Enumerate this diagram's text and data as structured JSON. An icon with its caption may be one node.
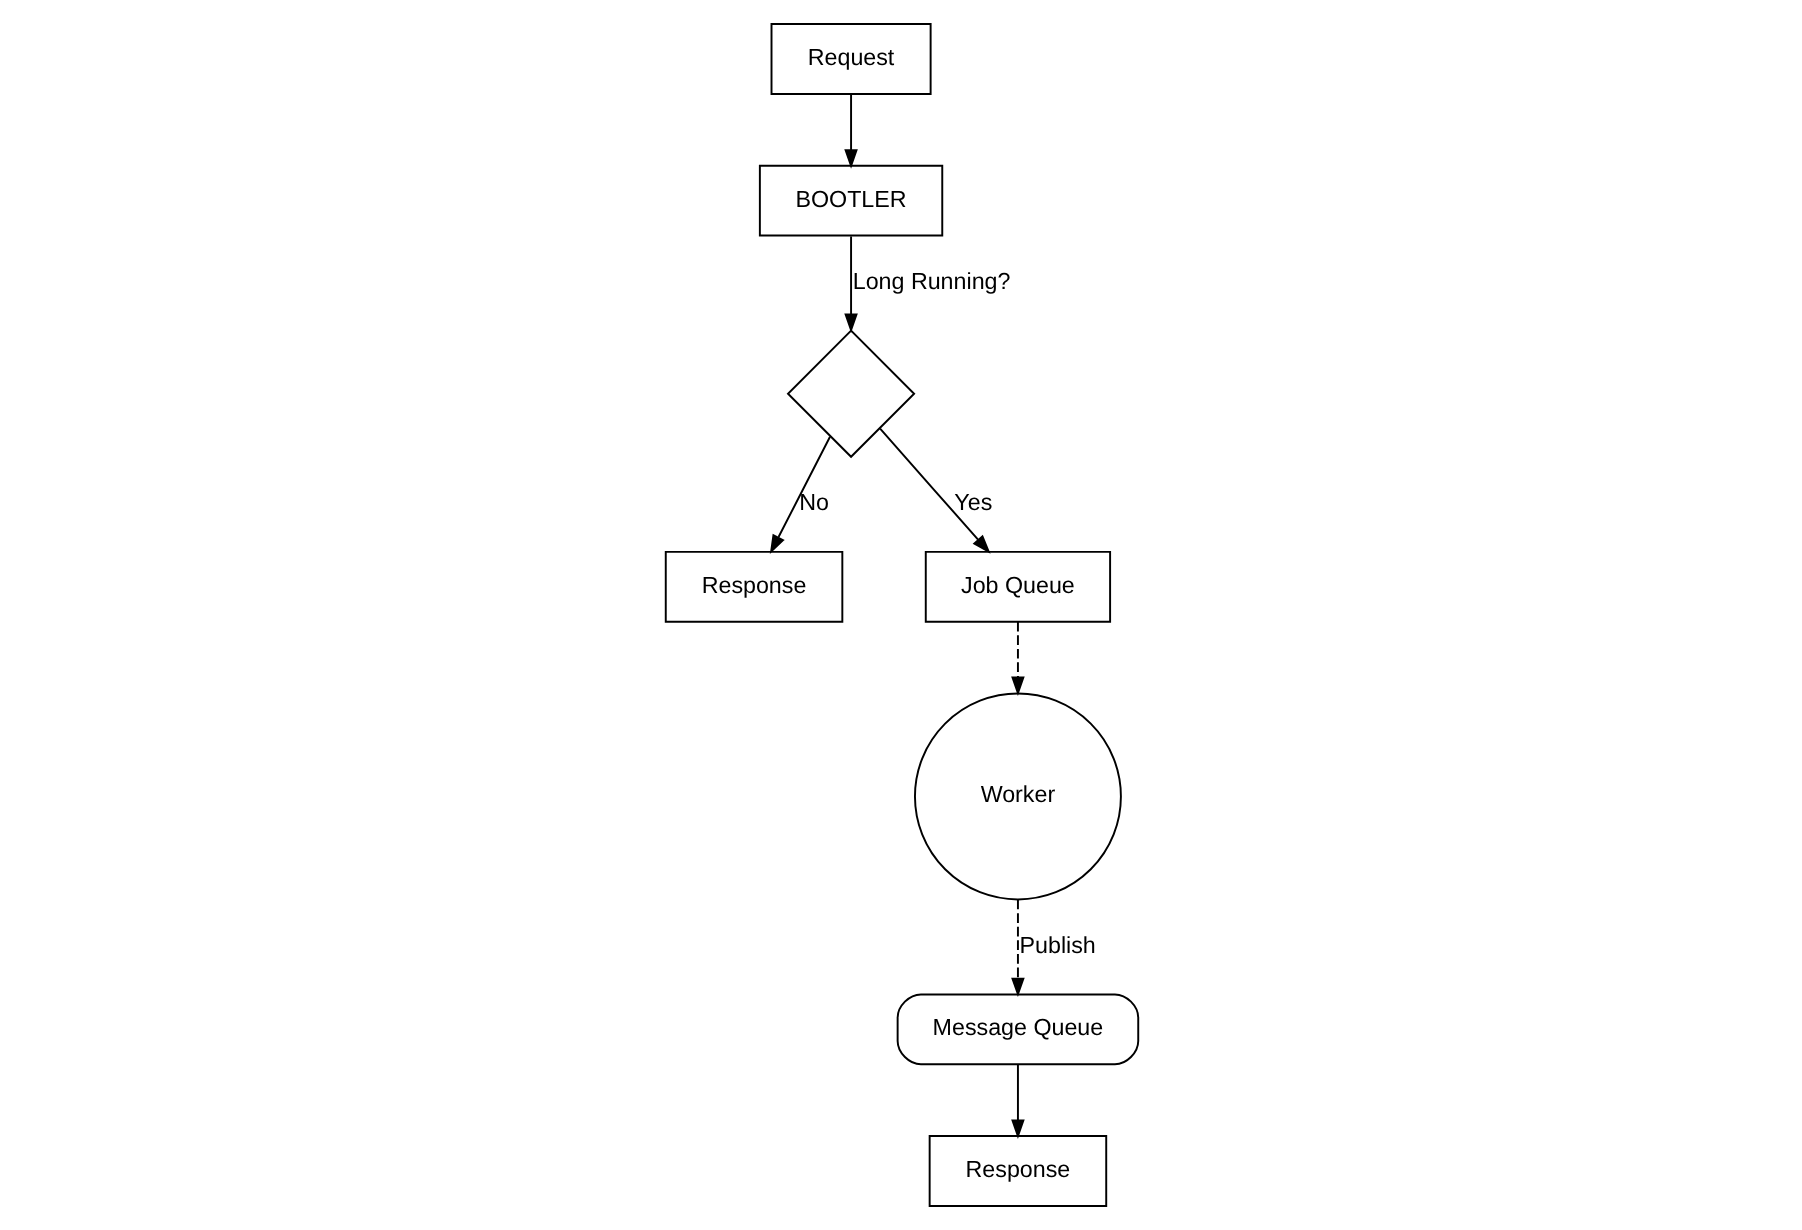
{
  "diagram": {
    "nodes": [
      {
        "text": [
          "Request"
        ]
      },
      {
        "text": [
          "Response"
        ]
      },
      {
        "text": [
          "Response"
        ]
      },
      {
        "text": [
          "Message Queue"
        ]
      },
      {
        "text": [
          "BOOTLER"
        ]
      },
      {
        "text": [],
        "shape": "diamond"
      },
      {
        "text": [
          "Job Queue"
        ]
      },
      {
        "text": [
          "Worker"
        ]
      }
    ],
    "edges": [
      {
        "from": 0,
        "to": 4,
        "arrow": "to"
      },
      {
        "from": 4,
        "to": 5,
        "arrow": "to",
        "label": "Long Running?"
      },
      {
        "from": 5,
        "to": 1,
        "arrow": "to",
        "label": "No"
      },
      {
        "from": 5,
        "to": 6,
        "arrow": "to",
        "label": "Yes"
      },
      {
        "from": 6,
        "to": 7,
        "arrow": "to",
        "style": "dashed"
      },
      {
        "from": 7,
        "to": 3,
        "arrow": "to",
        "style": "dashed",
        "label": "Publish"
      },
      {
        "from": 3,
        "to": 2,
        "arrow": "to"
      }
    ]
  }
}
